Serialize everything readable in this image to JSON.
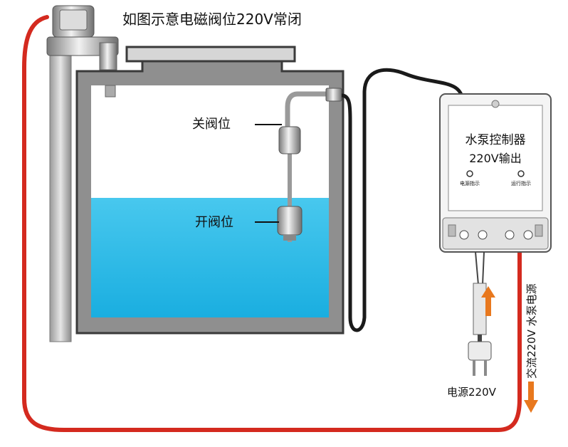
{
  "title": "如图示意电磁阀位220V常闭",
  "labels": {
    "close_position": "关阀位",
    "open_position": "开阀位",
    "power_220v": "电源220V",
    "ac_pump_power": "交流220V  水泵电源"
  },
  "controller": {
    "line1": "水泵控制器",
    "line2": "220V输出",
    "led_left_label": "电源指示",
    "led_right_label": "运行指示"
  },
  "colors": {
    "wire_red": "#d42a1f",
    "water": "#2fbfe6",
    "tank_border": "#3a3a3a",
    "arrow_orange": "#e8781e"
  }
}
